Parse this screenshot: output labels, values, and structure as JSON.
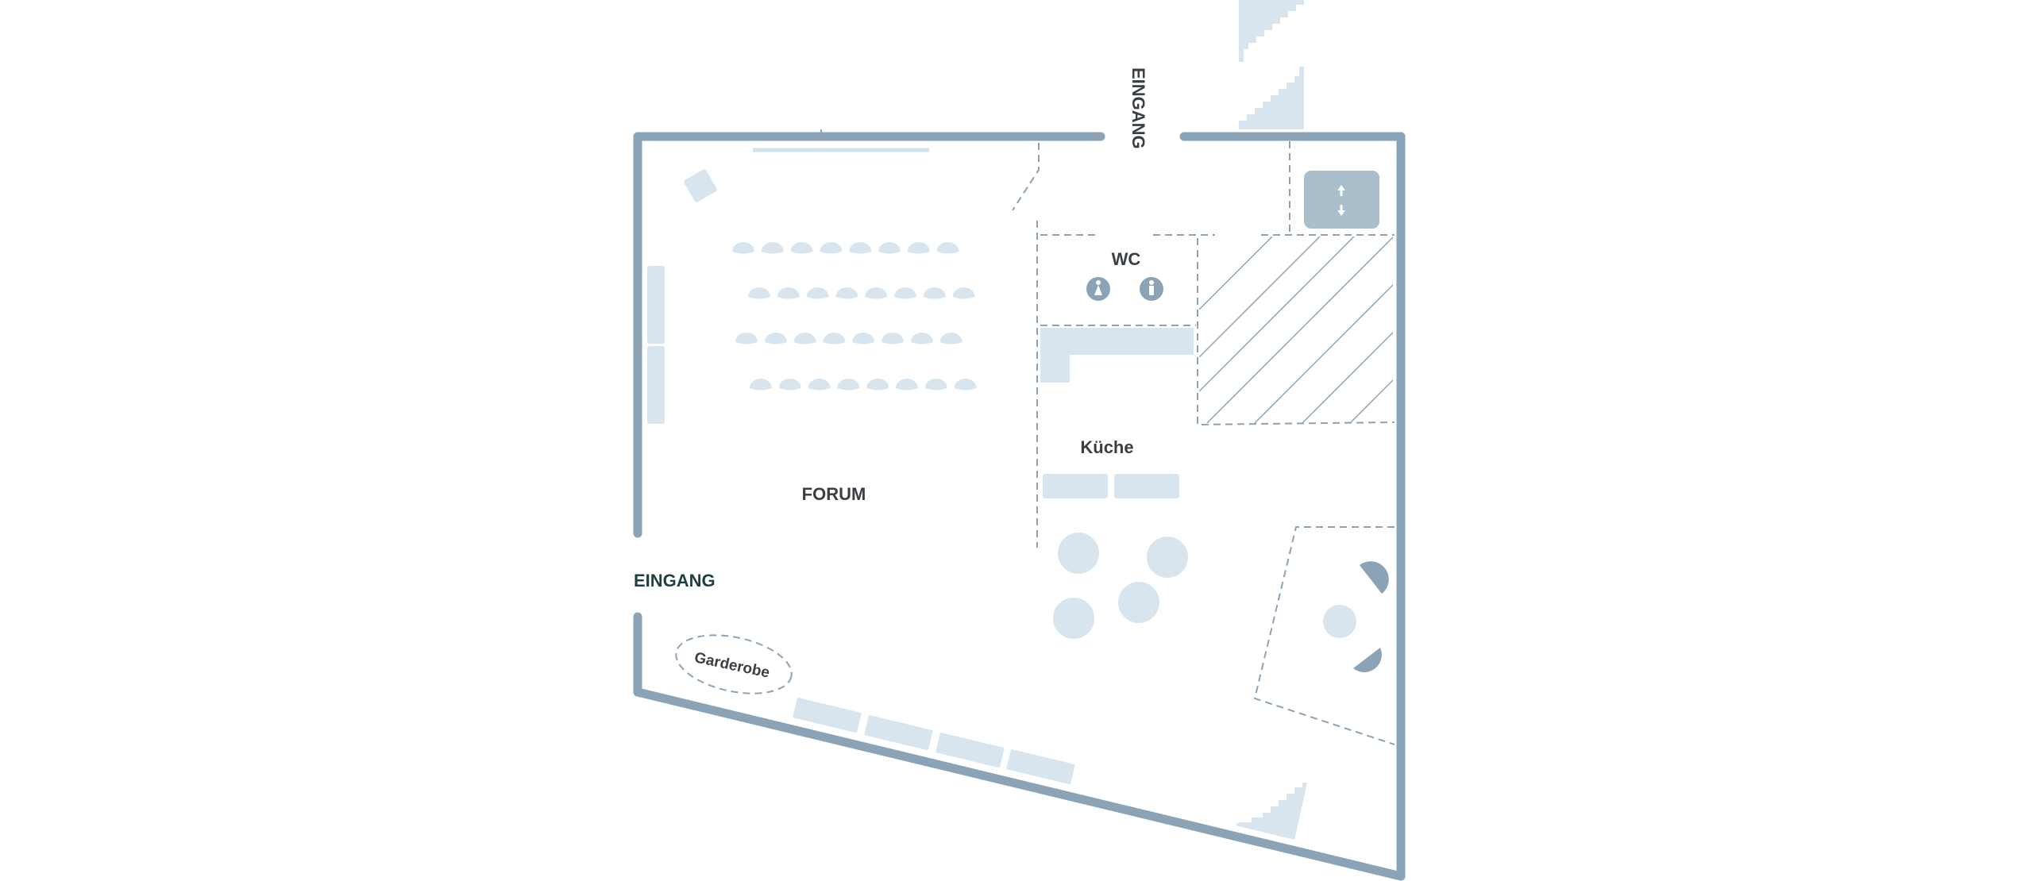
{
  "labels": {
    "forum": "FORUM",
    "entrance_left": "EINGANG",
    "entrance_top": "EINGANG",
    "wc": "WC",
    "kitchen": "Küche",
    "cloakroom": "Garderobe"
  },
  "colors": {
    "wall": "#8ba3b6",
    "furniture": "#d9e5ee",
    "elevator": "#a9bfcc",
    "text": "#3a3f44",
    "entrance_text": "#1f3f44"
  },
  "icons": {
    "elevator": "elevator-up-down-icon",
    "wc_women": "woman-icon",
    "wc_men": "man-icon",
    "stairs": "stairs-icon"
  },
  "seating": {
    "rows": 4,
    "seats_per_row": 8
  }
}
